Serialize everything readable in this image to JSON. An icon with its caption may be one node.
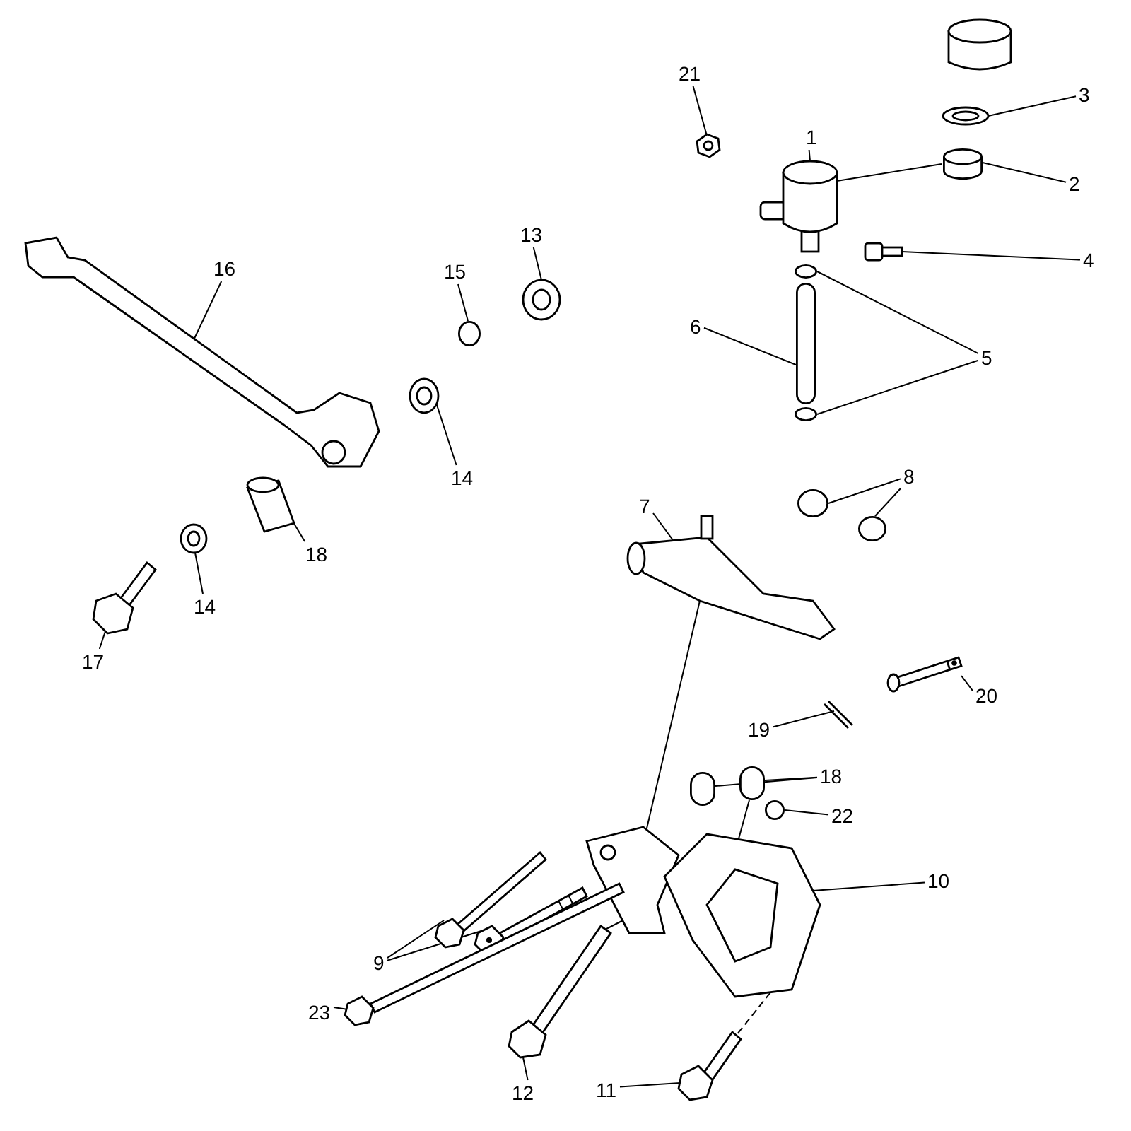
{
  "diagram": {
    "nodes": [
      {
        "text": [
          "21"
        ]
      },
      {
        "text": [
          "3"
        ]
      },
      {
        "text": [
          "1"
        ]
      },
      {
        "text": [
          "2"
        ]
      },
      {
        "text": [
          "16"
        ]
      },
      {
        "text": [
          "13"
        ]
      },
      {
        "text": [
          "4"
        ]
      },
      {
        "text": [
          "15"
        ]
      },
      {
        "text": [
          "6"
        ]
      },
      {
        "text": [
          "5"
        ]
      },
      {
        "text": [
          "14"
        ]
      },
      {
        "text": [
          "8"
        ]
      },
      {
        "text": [
          "7"
        ]
      },
      {
        "text": [
          "18"
        ]
      },
      {
        "text": [
          "14"
        ]
      },
      {
        "text": [
          "17"
        ]
      },
      {
        "text": [
          "20"
        ]
      },
      {
        "text": [
          "19"
        ]
      },
      {
        "text": [
          "18"
        ]
      },
      {
        "text": [
          "22"
        ]
      },
      {
        "text": [
          "10"
        ]
      },
      {
        "text": [
          "9"
        ]
      },
      {
        "text": [
          "23"
        ]
      },
      {
        "text": [
          "12"
        ]
      },
      {
        "text": [
          "11"
        ]
      },
      {
        "text": [],
        "shape": "picture"
      },
      {
        "text": [],
        "shape": "picture"
      },
      {
        "text": [],
        "shape": "picture"
      },
      {
        "text": [],
        "shape": "cylinder"
      },
      {
        "text": [],
        "shape": "picture"
      },
      {
        "text": [],
        "shape": "picture"
      },
      {
        "text": [],
        "shape": "picture"
      },
      {
        "text": [],
        "shape": "circle"
      },
      {
        "text": [],
        "shape": "bar"
      },
      {
        "text": [],
        "shape": "circle"
      },
      {
        "text": [],
        "shape": "circle"
      },
      {
        "text": [],
        "shape": "picture"
      },
      {
        "text": [],
        "shape": "circle"
      },
      {
        "text": [],
        "shape": "circle"
      },
      {
        "text": [],
        "shape": "picture"
      },
      {
        "text": [],
        "shape": "picture"
      },
      {
        "text": [],
        "shape": "picture"
      },
      {
        "text": [],
        "shape": "picture"
      },
      {
        "text": [],
        "shape": "picture"
      },
      {
        "text": [],
        "shape": "picture"
      },
      {
        "text": [],
        "shape": "bar"
      },
      {
        "text": [],
        "shape": "bar"
      },
      {
        "text": [],
        "shape": "circle"
      },
      {
        "text": [],
        "shape": "picture"
      },
      {
        "text": [],
        "shape": "picture"
      },
      {
        "text": [],
        "shape": "picture"
      },
      {
        "text": [],
        "shape": "picture"
      },
      {
        "text": [],
        "shape": "picture"
      },
      {
        "text": [],
        "shape": "picture"
      }
    ],
    "edges": [
      {
        "from": 0,
        "to": 25,
        "arrow": "none"
      },
      {
        "from": 1,
        "to": 26,
        "arrow": "none"
      },
      {
        "from": 2,
        "to": 27,
        "arrow": "none"
      },
      {
        "from": 3,
        "to": 28,
        "arrow": "none"
      },
      {
        "from": 4,
        "to": 29,
        "arrow": "none"
      },
      {
        "from": 5,
        "to": 30,
        "arrow": "none"
      },
      {
        "from": 6,
        "to": 31,
        "arrow": "none"
      },
      {
        "from": 7,
        "to": 32,
        "arrow": "none"
      },
      {
        "from": 8,
        "to": 33,
        "arrow": "none"
      },
      {
        "from": 9,
        "to": 34,
        "arrow": "none"
      },
      {
        "from": 9,
        "to": 35,
        "arrow": "none"
      },
      {
        "from": 10,
        "to": 36,
        "arrow": "none"
      },
      {
        "from": 11,
        "to": 37,
        "arrow": "none"
      },
      {
        "from": 11,
        "to": 38,
        "arrow": "none"
      },
      {
        "from": 12,
        "to": 39,
        "arrow": "none"
      },
      {
        "from": 13,
        "to": 40,
        "arrow": "none"
      },
      {
        "from": 14,
        "to": 41,
        "arrow": "none"
      },
      {
        "from": 15,
        "to": 42,
        "arrow": "none"
      },
      {
        "from": 16,
        "to": 43,
        "arrow": "none"
      },
      {
        "from": 17,
        "to": 44,
        "arrow": "none"
      },
      {
        "from": 18,
        "to": 45,
        "arrow": "none"
      },
      {
        "from": 18,
        "to": 46,
        "arrow": "none"
      },
      {
        "from": 19,
        "to": 47,
        "arrow": "none"
      },
      {
        "from": 20,
        "to": 48,
        "arrow": "none"
      },
      {
        "from": 21,
        "to": 49,
        "arrow": "none"
      },
      {
        "from": 21,
        "to": 50,
        "arrow": "none"
      },
      {
        "from": 22,
        "to": 51,
        "arrow": "none"
      },
      {
        "from": 23,
        "to": 52,
        "arrow": "none"
      },
      {
        "from": 24,
        "to": 53,
        "arrow": "none"
      },
      {
        "from": 27,
        "to": 28,
        "arrow": "none"
      },
      {
        "from": 39,
        "to": 48,
        "arrow": "none"
      },
      {
        "from": 46,
        "to": 48,
        "arrow": "none"
      },
      {
        "from": 48,
        "to": 53,
        "arrow": "none",
        "style": "dashed"
      },
      {
        "from": 52,
        "to": 48,
        "arrow": "none"
      }
    ]
  }
}
